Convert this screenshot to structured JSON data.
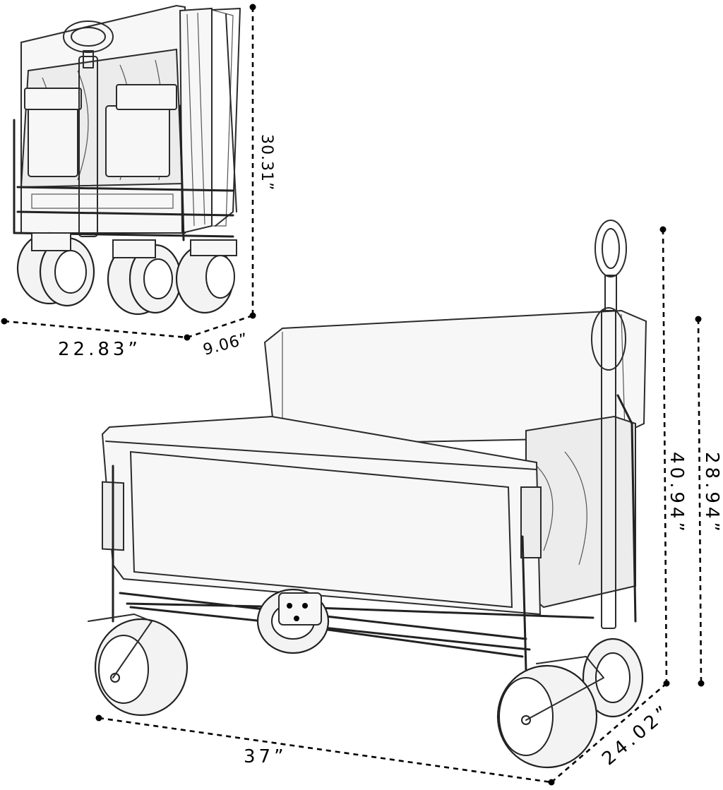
{
  "dimensions": {
    "folded_height": "30.31”",
    "folded_width": "22.83”",
    "folded_depth": "9.06”",
    "handle_height": "40.94”",
    "wagon_height": "28.94”",
    "wagon_length": "37”",
    "wagon_width": "24.02”"
  },
  "colors": {
    "ink": "#2b2b2b",
    "background": "#ffffff"
  }
}
